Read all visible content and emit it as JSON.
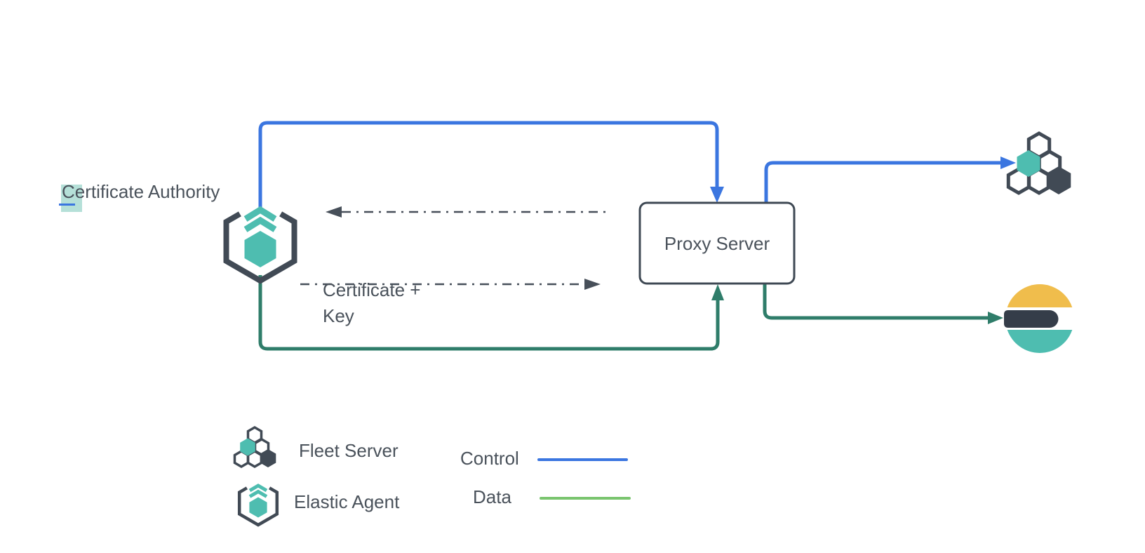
{
  "labels": {
    "certificate_authority": "Certificate Authority",
    "proxy_server": "Proxy Server",
    "certificate_key": "Certificate +\nKey"
  },
  "legend": {
    "fleet_server": "Fleet Server",
    "elastic_agent": "Elastic Agent",
    "control": "Control",
    "data": "Data"
  },
  "diagram": {
    "nodes": [
      {
        "id": "certificate-authority",
        "label": "Certificate Authority",
        "icon": "elastic-agent-icon"
      },
      {
        "id": "proxy-server",
        "label": "Proxy Server",
        "shape": "rounded-rect"
      },
      {
        "id": "fleet-server",
        "icon": "fleet-server-icon"
      },
      {
        "id": "elasticsearch",
        "icon": "elasticsearch-logo"
      }
    ],
    "edges": [
      {
        "from": "certificate-authority",
        "to": "proxy-server",
        "type": "control",
        "style": "solid-blue-arrow"
      },
      {
        "from": "certificate-authority",
        "to": "proxy-server",
        "type": "data",
        "style": "solid-green-arrow"
      },
      {
        "from": "proxy-server",
        "to": "fleet-server",
        "type": "control",
        "style": "solid-blue-arrow"
      },
      {
        "from": "proxy-server",
        "to": "elasticsearch",
        "type": "data",
        "style": "solid-green-arrow"
      },
      {
        "from": "proxy-server",
        "to": "certificate-authority",
        "type": "request",
        "style": "dash-dot-arrow"
      },
      {
        "from": "certificate-authority",
        "to": "proxy-server",
        "type": "response",
        "style": "dash-dot-arrow",
        "label": "Certificate +\nKey"
      }
    ]
  },
  "icons": [
    "elastic-agent-icon",
    "fleet-server-icon",
    "elasticsearch-logo"
  ],
  "colors": {
    "control_blue": "#3b76e0",
    "data_green_dark": "#2f7d6a",
    "legend_data_green": "#7ac56f",
    "elastic_teal": "#4ebdb0",
    "slate": "#414a55",
    "text": "#4a525b",
    "elasticsearch_yellow": "#f0bd4c",
    "dashed_line": "#474f59",
    "selection_highlight": "#9ed5cb"
  }
}
